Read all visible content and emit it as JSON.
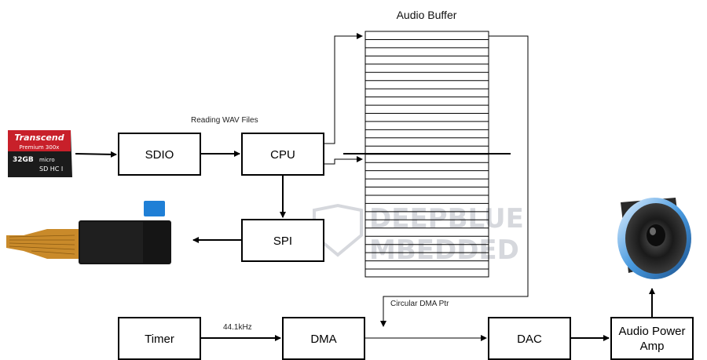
{
  "diagram": {
    "buffer_title": "Audio Buffer",
    "blocks": {
      "sdio": "SDIO",
      "cpu": "CPU",
      "spi": "SPI",
      "timer": "Timer",
      "dma": "DMA",
      "dac": "DAC",
      "amp_line1": "Audio Power",
      "amp_line2": "Amp"
    },
    "labels": {
      "reading": "Reading WAV Files",
      "freq": "44.1kHz",
      "dma_ptr": "Circular DMA Ptr"
    },
    "sd_card": {
      "brand": "Transcend",
      "line2": "Premium 300x",
      "capacity": "32GB"
    },
    "watermark": {
      "line1": "DEEPBLUE",
      "line2": "MBEDDED"
    },
    "colors": {
      "line": "#000000",
      "sd_red": "#c8202a",
      "display_tab": "#1f7fd6",
      "flex_cable": "#c98a2a"
    }
  }
}
